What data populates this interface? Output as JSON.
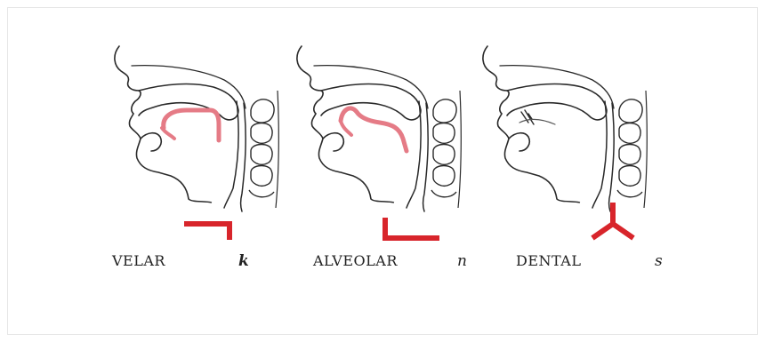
{
  "colors": {
    "line": "#2a2a2a",
    "highlight": "#e57b86",
    "glyph": "#d8252b"
  },
  "panels": [
    {
      "label": "VELAR",
      "symbol": "k",
      "glyph_icon": "velar-glyph-icon"
    },
    {
      "label": "ALVEOLAR",
      "symbol": "n",
      "glyph_icon": "alveolar-glyph-icon"
    },
    {
      "label": "DENTAL",
      "symbol": "s",
      "glyph_icon": "dental-glyph-icon"
    }
  ]
}
